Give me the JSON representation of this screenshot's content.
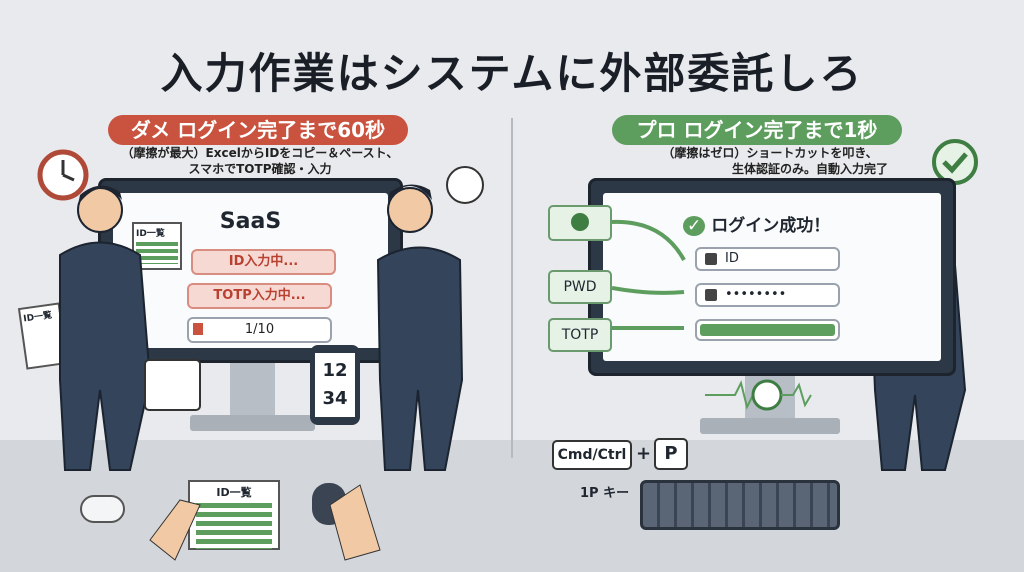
{
  "title": "入力作業はシステムに外部委託しろ",
  "left": {
    "banner": "ダメ ログイン完了まで60秒",
    "subtitle_line1": "（摩擦が最大）ExcelからIDをコピー＆ペースト、",
    "subtitle_line2": "スマホでTOTP確認・入力",
    "screen_title": "SaaS",
    "id_pill": "ID入力中...",
    "totp_pill": "TOTP入力中...",
    "progress_label": "1/10",
    "progress_fraction": 0.1,
    "phone_code_line1": "12",
    "phone_code_line2": "34",
    "sheet_label": "ID一覧",
    "doc_label": "ID一覧",
    "paper_label": "ID一覧",
    "color": "#c9533f"
  },
  "right": {
    "banner": "プロ ログイン完了まで1秒",
    "subtitle_line1": "（摩擦はゼロ）ショートカットを叩き、",
    "subtitle_line2": "生体認証のみ。自動入力完了",
    "success": "ログイン成功！",
    "id_field": "ID",
    "password_field": "••••••••",
    "pwd_label": "PWD",
    "totp_label": "TOTP",
    "shortcut_key1": "Cmd/Ctrl",
    "plus": "+",
    "shortcut_key2": "P",
    "key_caption": "1P キー",
    "color": "#5d9e5f"
  }
}
